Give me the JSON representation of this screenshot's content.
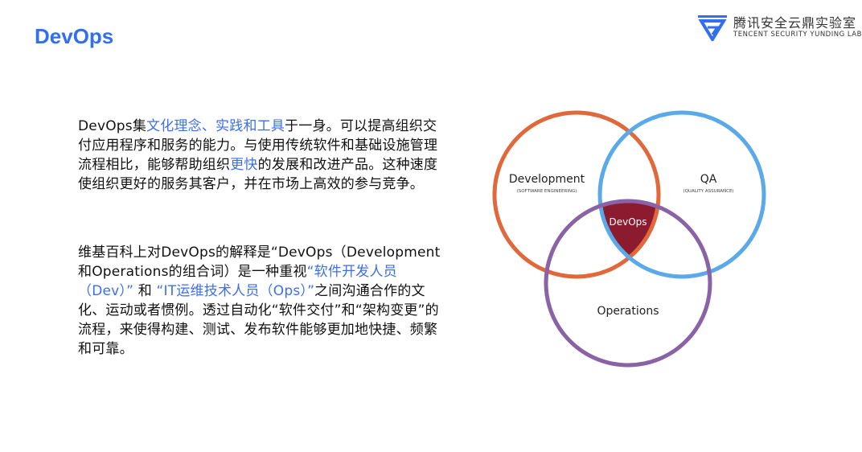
{
  "header": {
    "title": "DevOps",
    "logo_cn": "腾讯安全云鼎实验室",
    "logo_en": "TENCENT SECURITY YUNDING LAB"
  },
  "paragraph1": {
    "a": "DevOps集",
    "b": "文化理念、实践和工具",
    "c": "于一身。可以提高组织交付应用程序和服务的能力。与使用传统软件和基础设施管理流程相比，能够帮助组织",
    "d": "更快",
    "e": "的发展和改进产品。这种速度使组织更好的服务其客户，并在市场上高效的参与竞争。"
  },
  "paragraph2": {
    "a": "维基百科上对DevOps的解释是“DevOps（Development和Operations的组合词）是一种重视",
    "b": "“软件开发人员（Dev）”",
    "c": "和",
    "d": "“IT运维技术人员（Ops）”",
    "e": "之间沟通合作的文化、运动或者惯例。透过自动化“软件交付”和“架构变更”的流程，来使得构建、测试、发布软件能够更加地快捷、频繁和可靠。"
  },
  "venn": {
    "dev": "Development",
    "dev_sub": "(SOFTWARE ENGINEERING)",
    "qa": "QA",
    "qa_sub": "(QUALITY ASSURANCE)",
    "ops": "Operations",
    "center": "DevOps"
  },
  "colors": {
    "accent": "#2f6ff0",
    "dev": "#e0683a",
    "qa": "#5aa9e8",
    "ops": "#8a62a6",
    "center": "#8c1b2f"
  }
}
